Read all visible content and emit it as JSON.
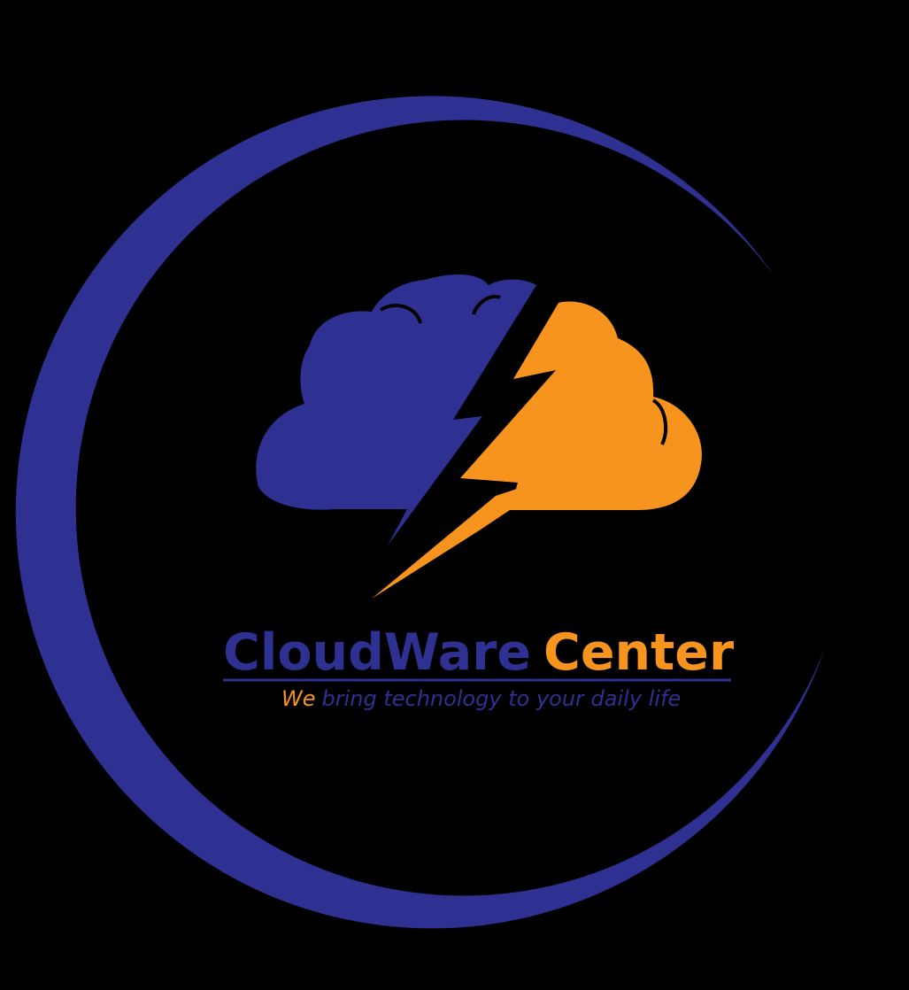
{
  "brand": {
    "name_part1": "CloudWare",
    "name_part2": "Center",
    "tagline_lead": "We",
    "tagline_rest": "bring technology to your daily life"
  },
  "colors": {
    "background": "#000000",
    "blue": "#2e3192",
    "orange": "#f7941d"
  },
  "icons": {
    "ring": "crescent-ring-icon",
    "cloud": "cloud-icon",
    "bolt": "lightning-bolt-icon"
  }
}
